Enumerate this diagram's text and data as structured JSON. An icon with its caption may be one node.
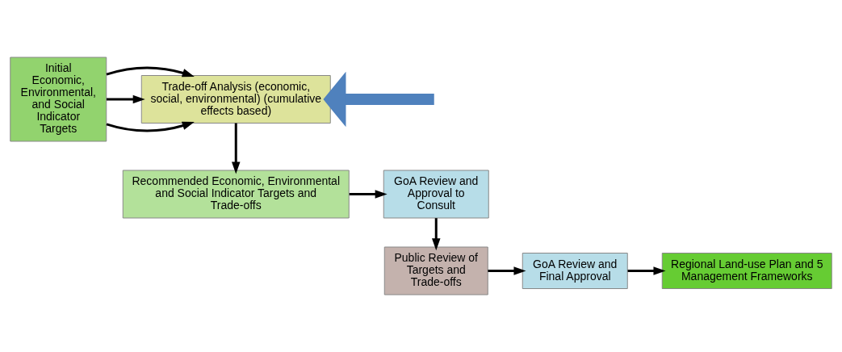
{
  "diagram": {
    "nodes": [
      {
        "text": [
          "Initial Economic, Environmental, and Social Indicator Targets"
        ]
      },
      {
        "text": [
          "Trade-off Analysis (economic, social, environmental) (cumulative effects based)"
        ]
      },
      {
        "text": [
          "Recommended Economic, Environmental and Social Indicator Targets and Trade-offs"
        ]
      },
      {
        "text": [
          "GoA Review and Approval to Consult"
        ]
      },
      {
        "text": [
          "Public Review of Targets and Trade-offs"
        ]
      },
      {
        "text": [
          "GoA Review and Final Approval"
        ]
      },
      {
        "text": [
          "Regional Land-use Plan and 5 Management Frameworks"
        ]
      }
    ],
    "edges": [
      {
        "from": 0,
        "to": 1,
        "arrow": "to"
      },
      {
        "from": 0,
        "to": 1,
        "arrow": "to"
      },
      {
        "from": 0,
        "to": 1,
        "arrow": "to"
      },
      {
        "from": null,
        "to": 1,
        "arrow": "to",
        "style": "thick",
        "color": "#4f81bd"
      },
      {
        "from": 1,
        "to": 2,
        "arrow": "to"
      },
      {
        "from": 2,
        "to": 3,
        "arrow": "to"
      },
      {
        "from": 3,
        "to": 4,
        "arrow": "to"
      },
      {
        "from": 4,
        "to": 5,
        "arrow": "to"
      },
      {
        "from": 5,
        "to": 6,
        "arrow": "to"
      }
    ]
  }
}
